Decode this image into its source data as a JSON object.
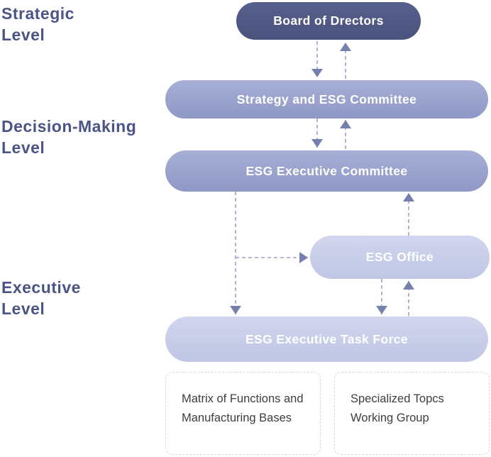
{
  "palette": {
    "level_label": "#4c5486",
    "node_dark_top": "#575f8b",
    "node_dark_bottom": "#4a527e",
    "node_medium_top": "#a7afd6",
    "node_medium_bottom": "#8f98c5",
    "node_light_top": "#d2d6ee",
    "node_light_bottom": "#bfc6e4",
    "node_text": "#ffffff",
    "connector_line": "#99a2c9",
    "connector_arrowhead": "#7680af",
    "box_border": "#d9d9d9",
    "box_text": "#3e3e3e"
  },
  "levels": [
    {
      "id": "strategic",
      "lines": [
        "Strategic",
        "Level"
      ]
    },
    {
      "id": "decision-making",
      "lines": [
        "Decision-Making",
        "Level"
      ]
    },
    {
      "id": "executive",
      "lines": [
        "Executive",
        "Level"
      ]
    }
  ],
  "nodes": [
    {
      "id": "board",
      "label": "Board of Drectors",
      "tone": "dark"
    },
    {
      "id": "strategy-esg-committee",
      "label": "Strategy and ESG Committee",
      "tone": "medium"
    },
    {
      "id": "esg-executive-committee",
      "label": "ESG Executive Committee",
      "tone": "medium"
    },
    {
      "id": "esg-office",
      "label": "ESG Office",
      "tone": "light"
    },
    {
      "id": "esg-executive-task-force",
      "label": "ESG Executive Task Force",
      "tone": "light"
    }
  ],
  "bottom_boxes": [
    {
      "id": "matrix-of-functions",
      "label": "Matrix of Functions and Manufacturing Bases"
    },
    {
      "id": "specialized-topics",
      "label": "Specialized Topcs Working Group"
    }
  ],
  "connectors": [
    {
      "from": "board",
      "to": "strategy-esg-committee",
      "direction": "down"
    },
    {
      "from": "strategy-esg-committee",
      "to": "board",
      "direction": "up"
    },
    {
      "from": "strategy-esg-committee",
      "to": "esg-executive-committee",
      "direction": "down"
    },
    {
      "from": "esg-executive-committee",
      "to": "strategy-esg-committee",
      "direction": "up"
    },
    {
      "from": "esg-executive-committee",
      "to": "esg-executive-task-force",
      "direction": "down"
    },
    {
      "from": "esg-executive-committee",
      "to": "esg-office",
      "direction": "right"
    },
    {
      "from": "esg-office",
      "to": "esg-executive-committee",
      "direction": "up"
    },
    {
      "from": "esg-office",
      "to": "esg-executive-task-force",
      "direction": "down"
    },
    {
      "from": "esg-executive-task-force",
      "to": "esg-office",
      "direction": "up"
    }
  ]
}
